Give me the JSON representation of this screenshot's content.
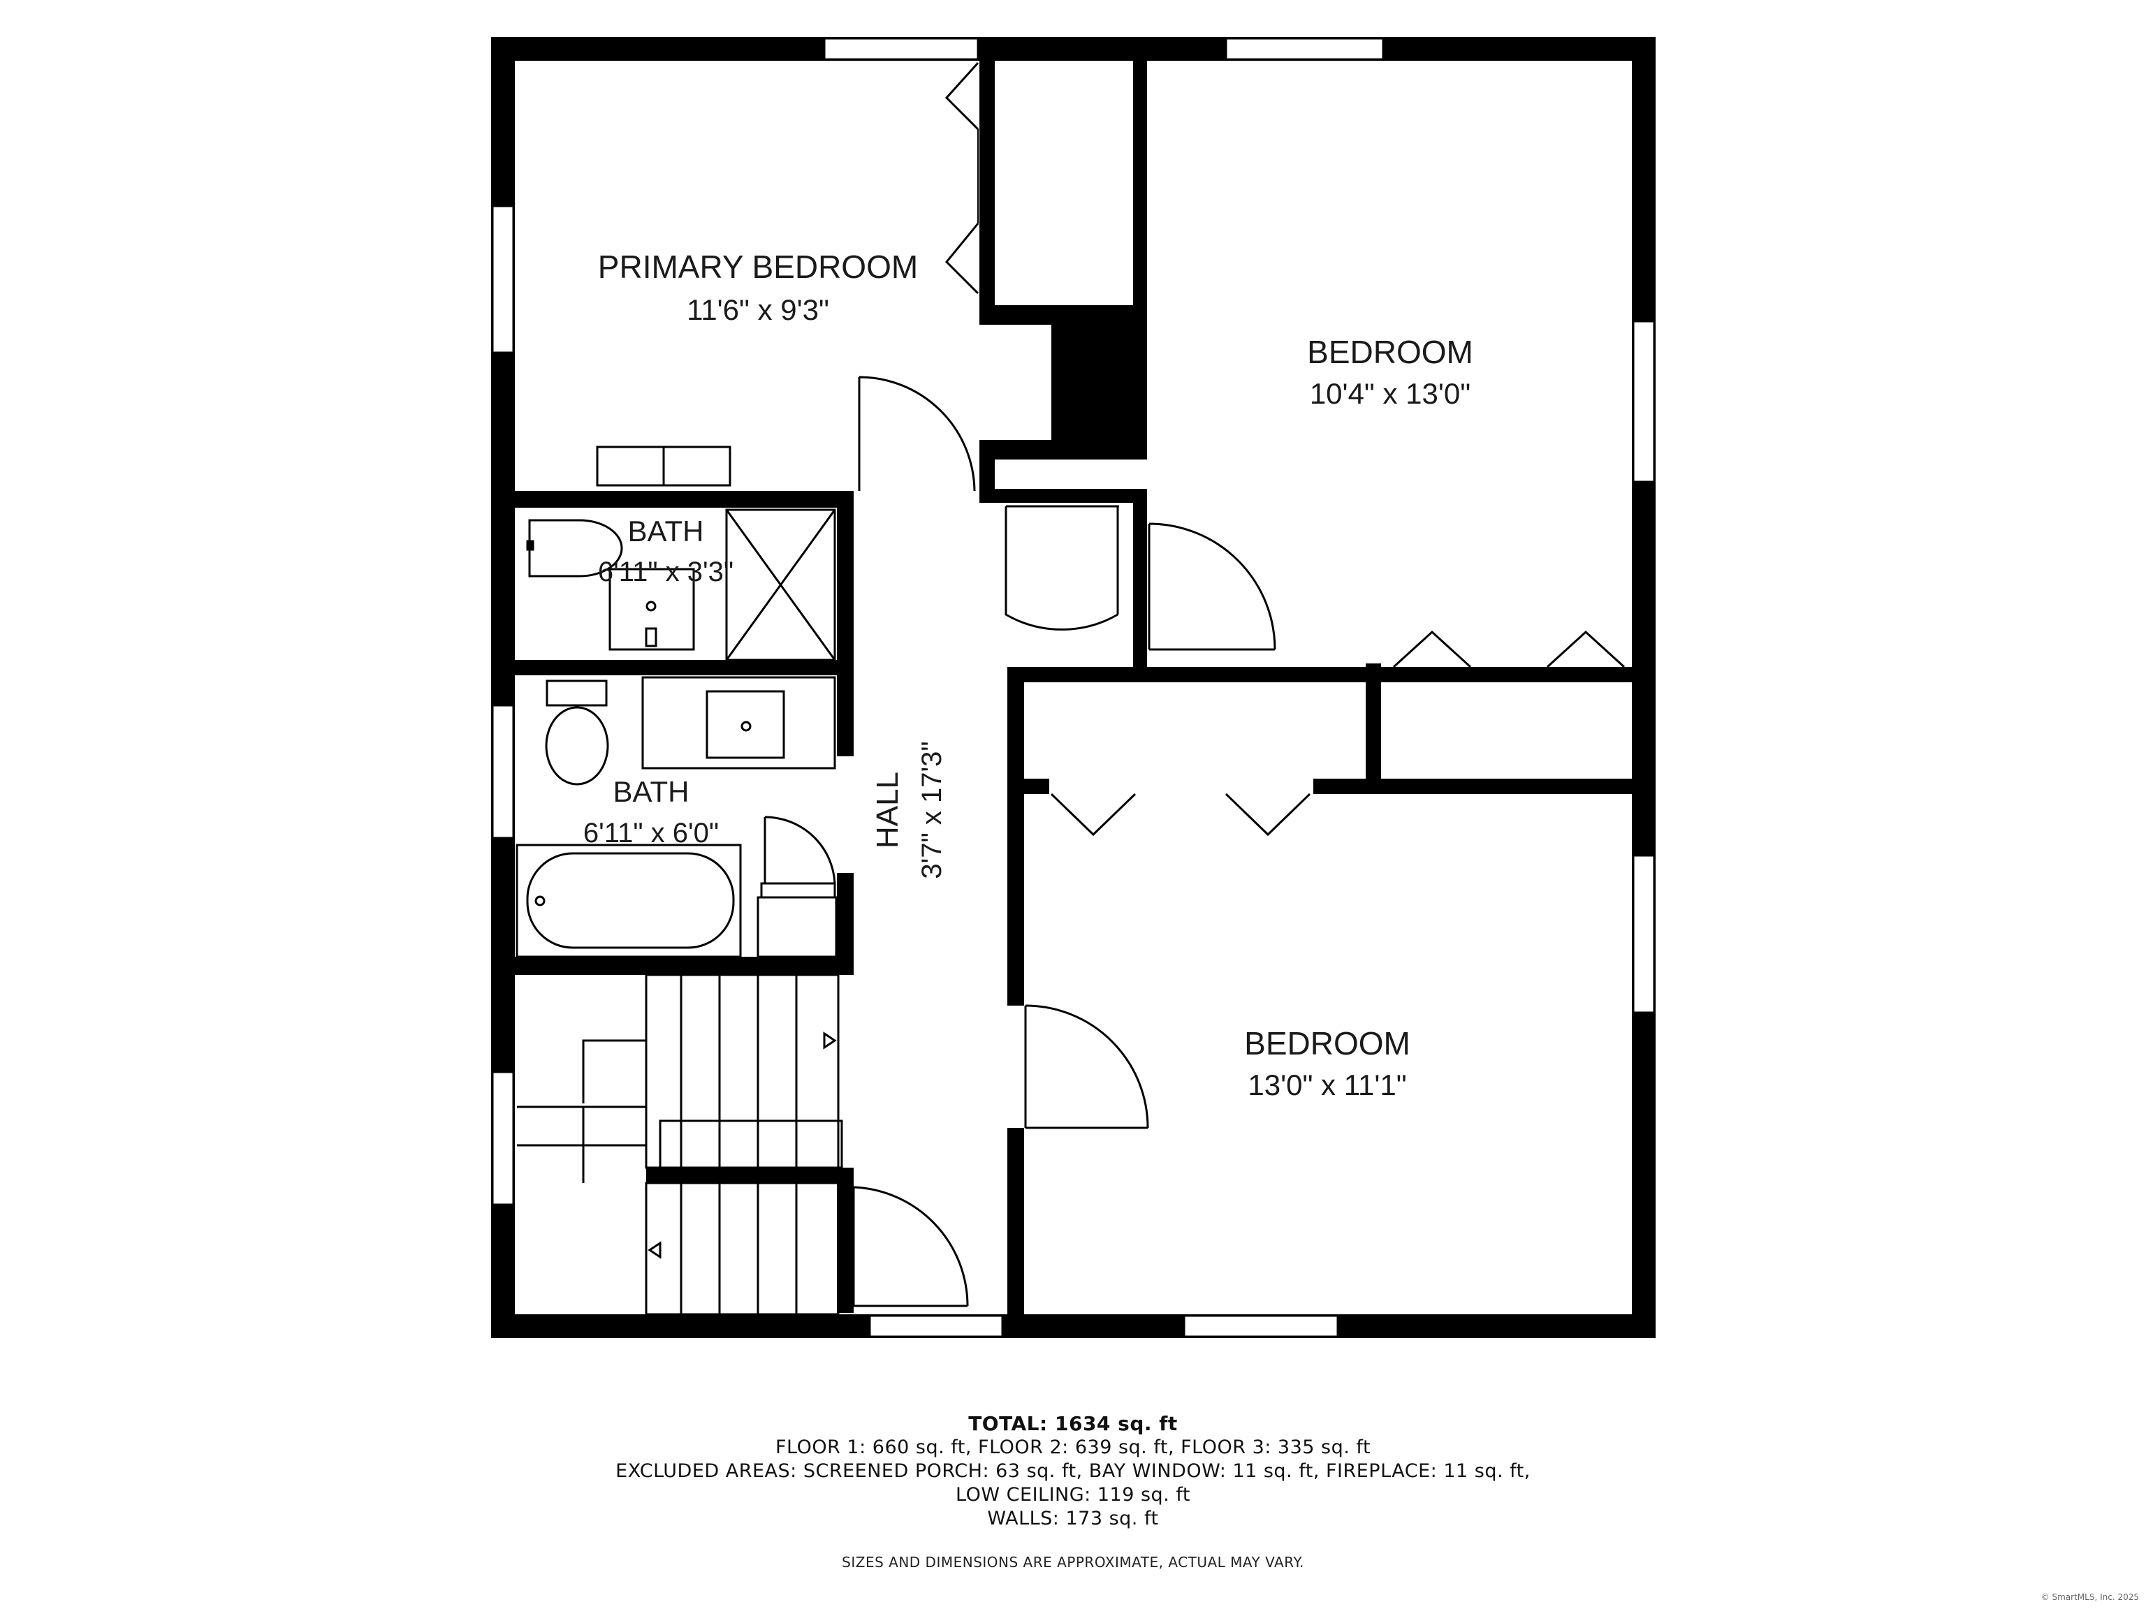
{
  "rooms": {
    "primary_bedroom": {
      "name": "PRIMARY BEDROOM",
      "dims": "11'6\" x 9'3\""
    },
    "bedroom_right": {
      "name": "BEDROOM",
      "dims": "10'4\" x 13'0\""
    },
    "bath_small": {
      "name": "BATH",
      "dims": "6'11\" x 3'3\""
    },
    "bath_main": {
      "name": "BATH",
      "dims": "6'11\" x 6'0\""
    },
    "hall": {
      "name": "HALL",
      "dims": "3'7\" x 17'3\""
    },
    "bedroom_lower": {
      "name": "BEDROOM",
      "dims": "13'0\" x 11'1\""
    }
  },
  "summary": {
    "total": "TOTAL: 1634 sq. ft",
    "floors": "FLOOR 1: 660 sq. ft, FLOOR 2: 639 sq. ft, FLOOR 3: 335 sq. ft",
    "excluded": "EXCLUDED AREAS: SCREENED PORCH: 63 sq. ft, BAY WINDOW: 11 sq. ft, FIREPLACE: 11 sq. ft,",
    "low_ceiling": "LOW CEILING: 119 sq. ft",
    "walls": "WALLS: 173 sq. ft"
  },
  "disclaimer": "SIZES AND DIMENSIONS ARE APPROXIMATE, ACTUAL MAY VARY.",
  "copyright": "© SmartMLS, Inc. 2025",
  "colors": {
    "wall": "#000000",
    "background": "#ffffff"
  }
}
